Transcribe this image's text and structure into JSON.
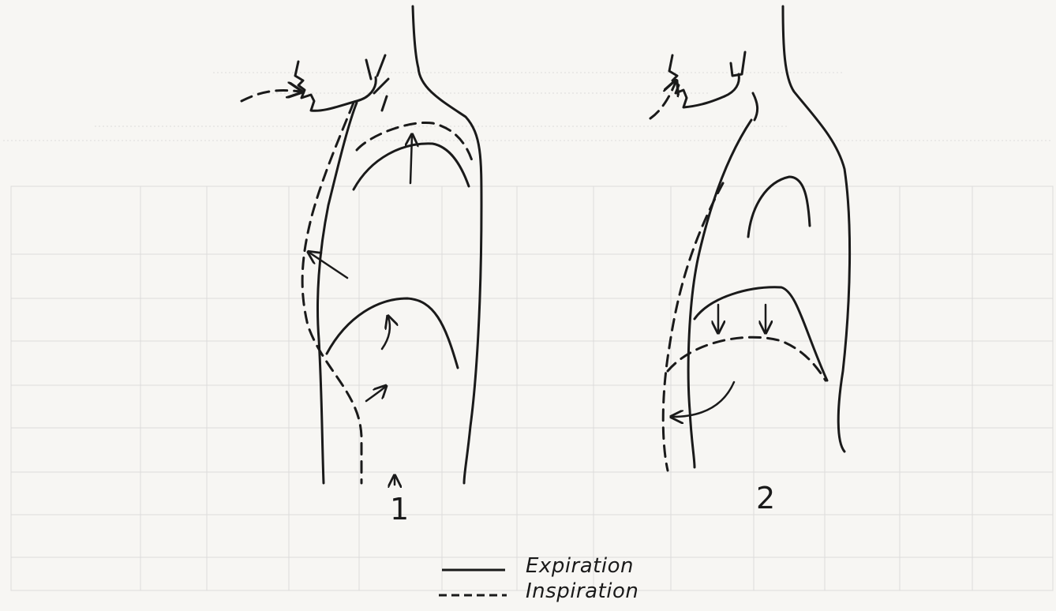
{
  "figure": {
    "panels": [
      {
        "id": "1",
        "label": "1",
        "phase_shown": "Inspiration"
      },
      {
        "id": "2",
        "label": "2",
        "phase_shown": "Inspiration"
      }
    ],
    "legend": [
      {
        "label": "Expiration",
        "line_style": "solid"
      },
      {
        "label": "Inspiration",
        "line_style": "dashed"
      }
    ]
  },
  "colors": {
    "ink": "#1a1a1a",
    "paper": "#f7f6f3",
    "bleed": "#cfcfcf"
  }
}
